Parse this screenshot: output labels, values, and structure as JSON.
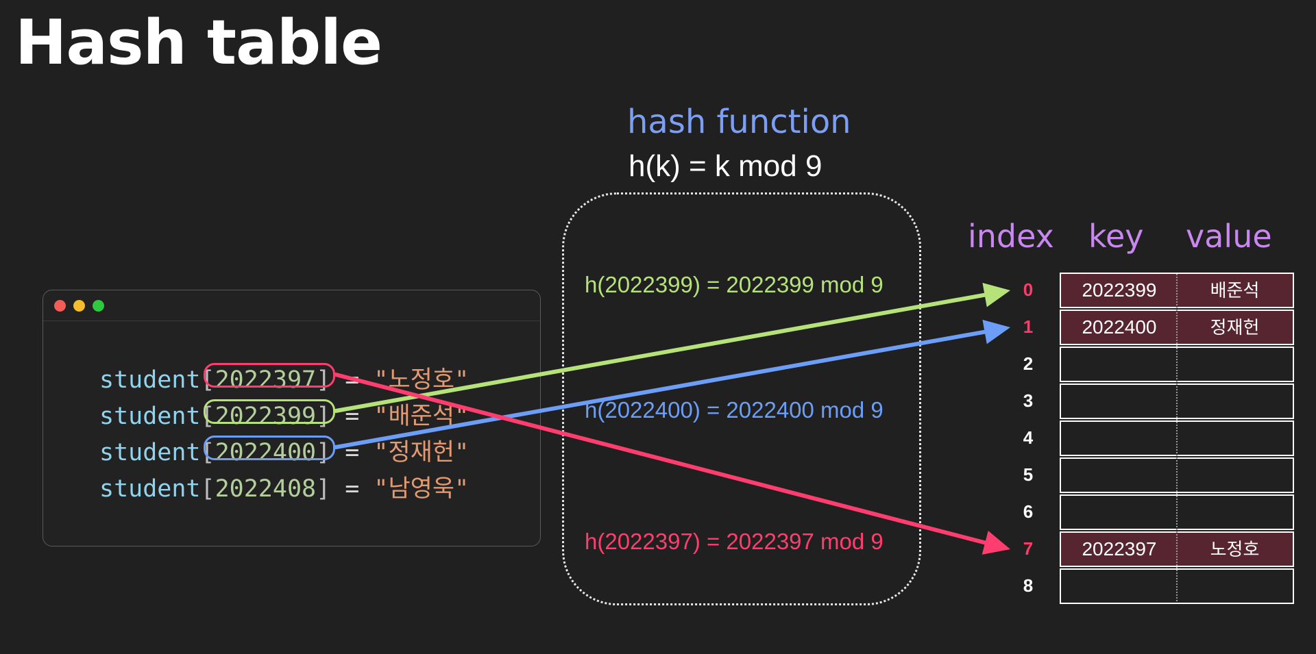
{
  "title": "Hash table",
  "hash_function": {
    "label": "hash function",
    "formula": "h(k) = k mod 9",
    "computations": [
      {
        "text": "h(2022399) = 2022399 mod 9",
        "color": "#b6e27a"
      },
      {
        "text": "h(2022400) = 2022400 mod 9",
        "color": "#6d9ef7"
      },
      {
        "text": "h(2022397) = 2022397 mod 9",
        "color": "#ff3d6e"
      }
    ]
  },
  "code": {
    "lines": [
      {
        "ident": "student",
        "open": "[",
        "key": "2022397",
        "close": "]",
        "op": " = ",
        "value": "\"노정호\"",
        "highlight": "#ff3d6e"
      },
      {
        "ident": "student",
        "open": "[",
        "key": "2022399",
        "close": "]",
        "op": " = ",
        "value": "\"배준석\"",
        "highlight": "#b6e27a"
      },
      {
        "ident": "student",
        "open": "[",
        "key": "2022400",
        "close": "]",
        "op": " = ",
        "value": "\"정재헌\"",
        "highlight": "#6d9ef7"
      },
      {
        "ident": "student",
        "open": "[",
        "key": "2022408",
        "close": "]",
        "op": " = ",
        "value": "\"남영욱\"",
        "highlight": ""
      }
    ]
  },
  "table": {
    "headers": {
      "index": "index",
      "key": "key",
      "value": "value"
    },
    "rows": [
      {
        "index": "0",
        "key": "2022399",
        "value": "배준석",
        "filled": true
      },
      {
        "index": "1",
        "key": "2022400",
        "value": "정재헌",
        "filled": true
      },
      {
        "index": "2",
        "key": "",
        "value": "",
        "filled": false
      },
      {
        "index": "3",
        "key": "",
        "value": "",
        "filled": false
      },
      {
        "index": "4",
        "key": "",
        "value": "",
        "filled": false
      },
      {
        "index": "5",
        "key": "",
        "value": "",
        "filled": false
      },
      {
        "index": "6",
        "key": "",
        "value": "",
        "filled": false
      },
      {
        "index": "7",
        "key": "2022397",
        "value": "노정호",
        "filled": true
      },
      {
        "index": "8",
        "key": "",
        "value": "",
        "filled": false
      }
    ]
  },
  "arrows": [
    {
      "from_key": "2022399",
      "to_index": "0",
      "color": "#b6e27a"
    },
    {
      "from_key": "2022400",
      "to_index": "1",
      "color": "#6d9ef7"
    },
    {
      "from_key": "2022397",
      "to_index": "7",
      "color": "#ff3d6e"
    }
  ]
}
